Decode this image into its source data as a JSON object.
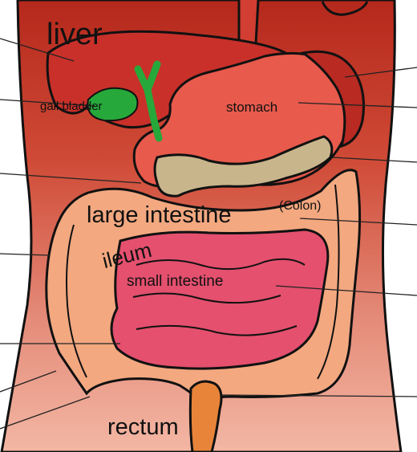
{
  "labels": {
    "liver": "liver",
    "gall_bladder": "gall bladder",
    "stomach": "stomach",
    "large_intestine": "large intestine",
    "colon": "(Colon)",
    "ileum": "ileum",
    "small_intestine": "small intestine",
    "rectum": "rectum"
  },
  "colors": {
    "background": "#ffffff",
    "body_top": "#b5281c",
    "body_bottom": "#f3b7a4",
    "liver": "#c9302a",
    "stomach": "#e85a4c",
    "gall_bladder": "#27a83a",
    "pancreas": "#c9b58c",
    "large_intestine": "#f3a880",
    "small_intestine": "#e4506e",
    "rectum": "#e8843a",
    "outline": "#111111",
    "leader_line": "#222222"
  }
}
